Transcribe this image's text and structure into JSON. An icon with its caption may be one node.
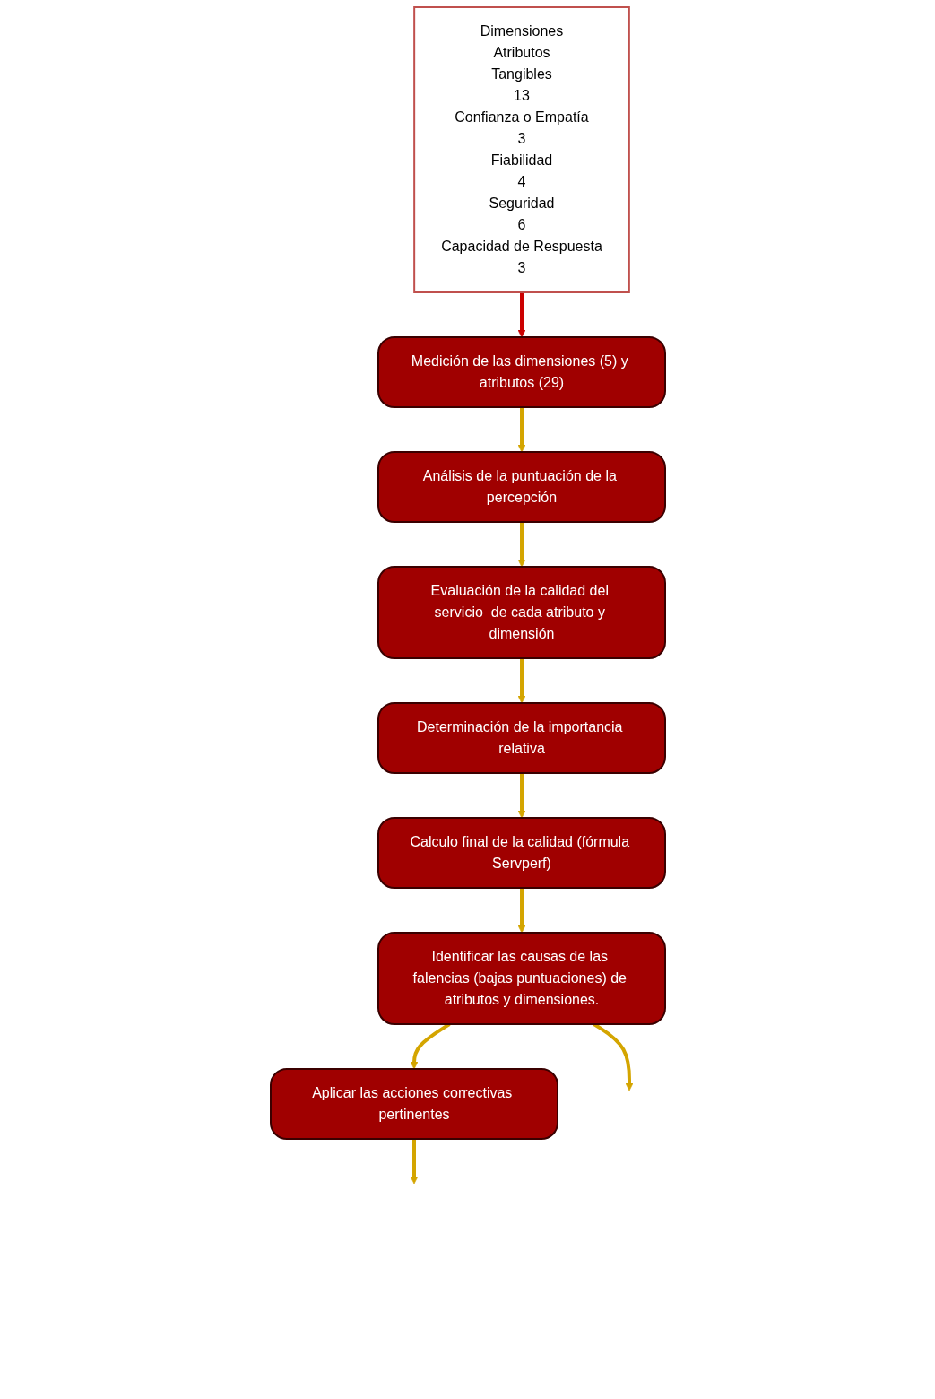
{
  "diagram": {
    "nodes": [
      {
        "text": [
          "Medición de las dimensiones (5) y atributos (29)"
        ]
      },
      {
        "text": [
          "Análisis de la puntuación de la percepción"
        ]
      },
      {
        "text": [
          "Dimensiones",
          "Atributos",
          "Tangibles",
          "13",
          "Confianza o Empatía",
          "3",
          "Fiabilidad",
          "4",
          "Seguridad",
          "6",
          "Capacidad de Respuesta",
          "3"
        ]
      },
      {
        "text": [
          "Evaluación de la calidad del servicio  de cada atributo y dimensión"
        ]
      },
      {
        "text": [
          "Determinación de la importancia relativa"
        ]
      },
      {
        "text": [
          "Calculo final de la calidad (fórmula Servperf)"
        ]
      },
      {
        "text": [
          "Identificar las causas de las falencias (bajas puntuaciones) de atributos y dimensiones."
        ]
      },
      {
        "text": [
          "Aplicar las acciones correctivas pertinentes"
        ]
      }
    ],
    "edges": [
      {
        "from": 0,
        "to": 1,
        "arrow": "to"
      },
      {
        "from": 1,
        "to": 3,
        "arrow": "to"
      },
      {
        "from": 3,
        "to": 4,
        "arrow": "to"
      },
      {
        "from": 4,
        "to": 5,
        "arrow": "to"
      },
      {
        "from": 5,
        "to": 6,
        "arrow": "to"
      },
      {
        "from": 6,
        "to": 7,
        "arrow": "to"
      },
      {
        "from": 2,
        "to": 0,
        "arrow": "to",
        "color": "#cc0000"
      },
      {
        "from": 6,
        "to": null,
        "arrow": "to"
      },
      {
        "from": 7,
        "to": null,
        "arrow": "to"
      }
    ]
  }
}
